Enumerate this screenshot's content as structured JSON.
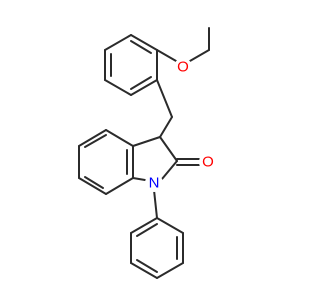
{
  "molecule": {
    "atoms": [
      {
        "id": "O_methoxy",
        "symbol": "O",
        "color": "#ff0000"
      },
      {
        "id": "O_carbonyl",
        "symbol": "O",
        "color": "#ff0000"
      },
      {
        "id": "N_lactam",
        "symbol": "N",
        "color": "#0000ff"
      }
    ],
    "bond_color": "#2b2b2b",
    "background": "#ffffff"
  }
}
